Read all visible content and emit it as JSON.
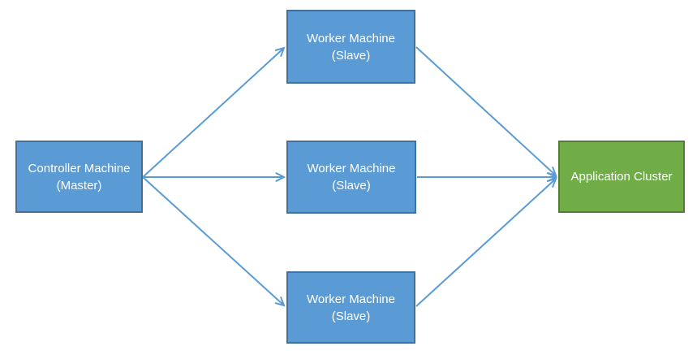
{
  "colors": {
    "background": "#ffffff",
    "node-blue-fill": "#5b9bd5",
    "node-blue-border": "#41719c",
    "node-green-fill": "#70ad47",
    "node-green-border": "#507e32",
    "connector": "#5b9bd5",
    "node-text": "#ffffff"
  },
  "diagram": {
    "nodes": {
      "controller": {
        "lines": [
          "Controller Machine",
          "(Master)"
        ]
      },
      "worker_top": {
        "lines": [
          "Worker Machine",
          "(Slave)"
        ]
      },
      "worker_middle": {
        "lines": [
          "Worker Machine",
          "(Slave)"
        ]
      },
      "worker_bottom": {
        "lines": [
          "Worker Machine",
          "(Slave)"
        ]
      },
      "app_cluster": {
        "lines": [
          "Application Cluster"
        ]
      }
    },
    "edges": [
      {
        "from": "controller",
        "to": "worker_top"
      },
      {
        "from": "controller",
        "to": "worker_middle"
      },
      {
        "from": "controller",
        "to": "worker_bottom"
      },
      {
        "from": "worker_top",
        "to": "app_cluster"
      },
      {
        "from": "worker_middle",
        "to": "app_cluster"
      },
      {
        "from": "worker_bottom",
        "to": "app_cluster"
      }
    ]
  }
}
